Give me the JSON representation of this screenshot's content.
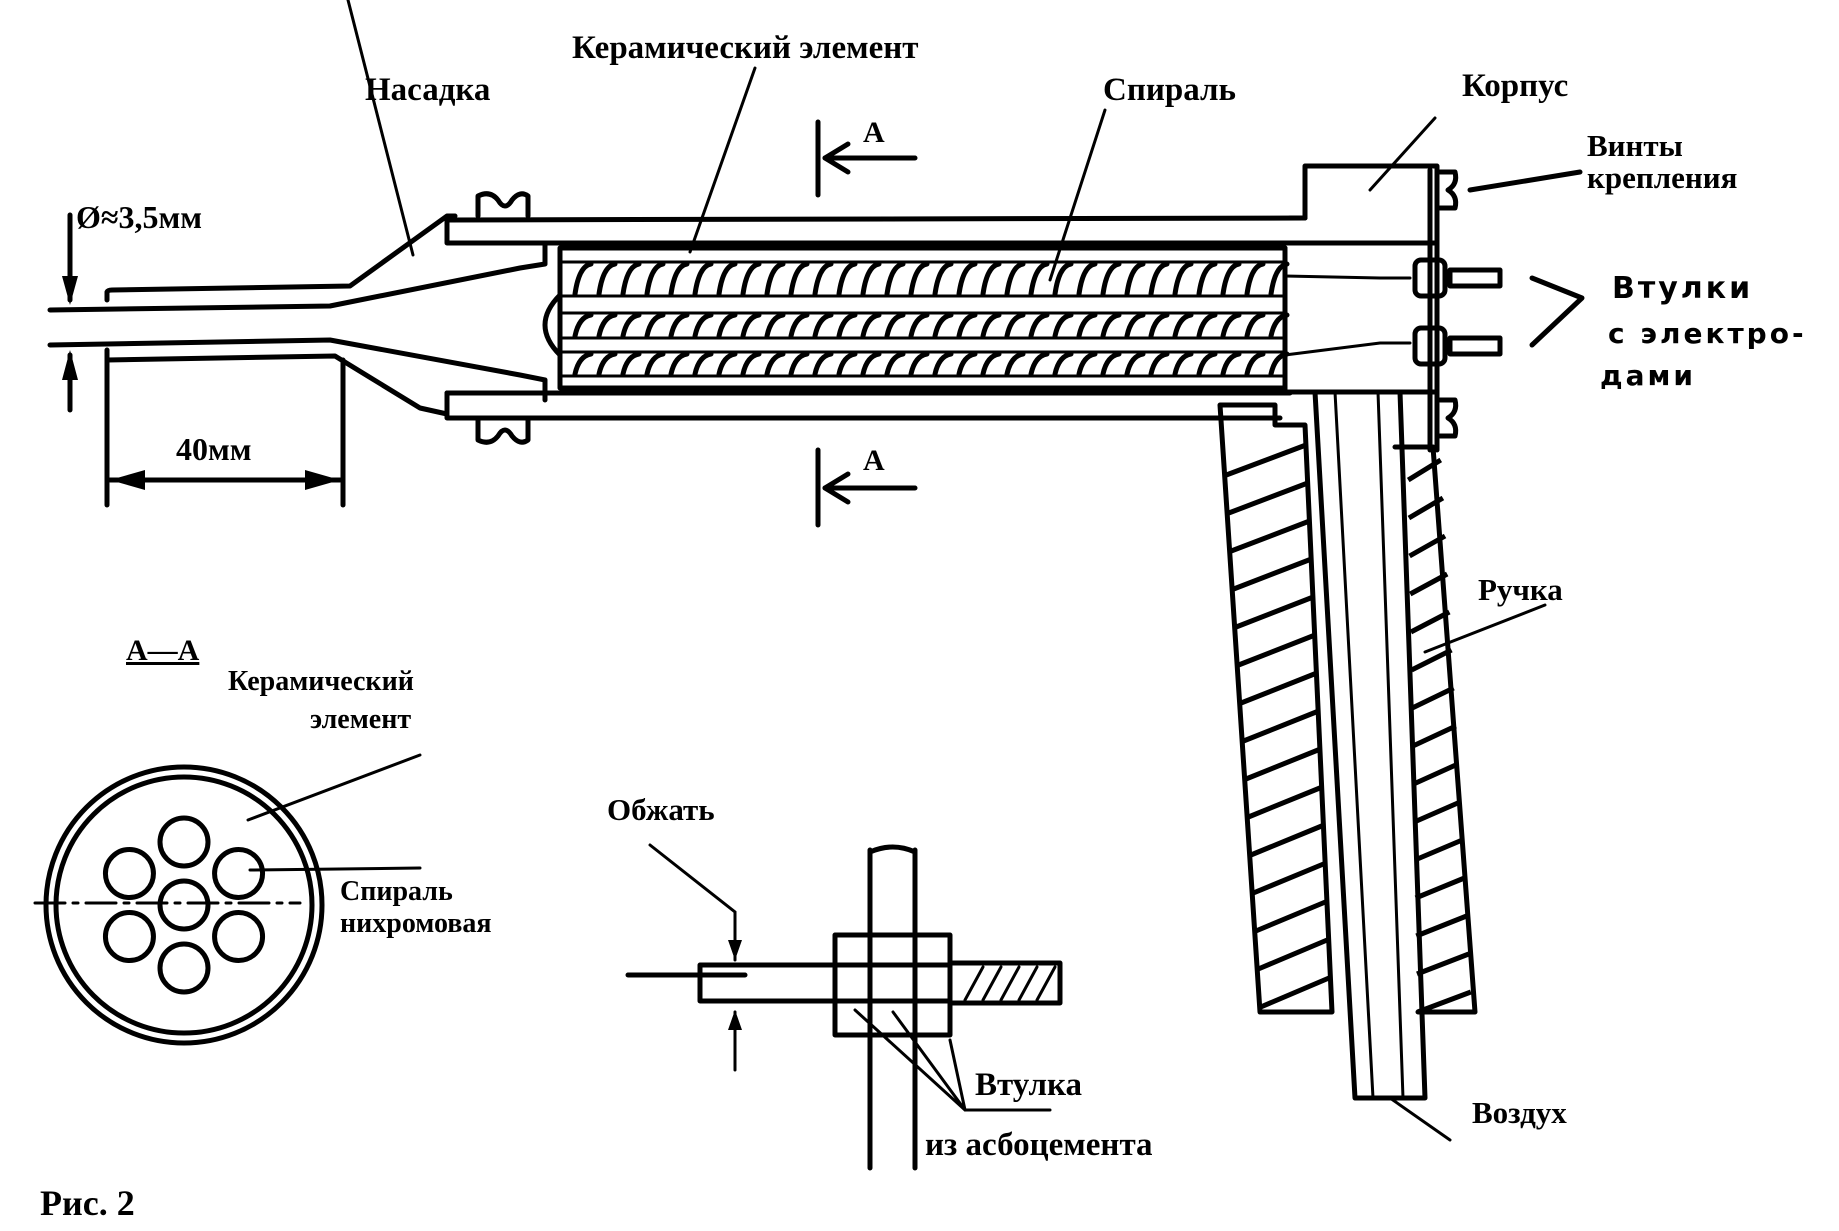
{
  "figure": {
    "caption": "Рис. 2",
    "labels": {
      "ceramic_element": "Керамический элемент",
      "nozzle": "Насадка",
      "spiral": "Спираль",
      "housing": "Корпус",
      "screws_line1": "Винты",
      "screws_line2": "крепления",
      "bushings_line1": "Втулки",
      "bushings_line2": "с электро-",
      "bushings_line3": "дами",
      "handle": "Ручка",
      "air": "Воздух",
      "section_mark": "A",
      "section_mark_lower": "A"
    },
    "dimensions": {
      "diameter": "Ø≈3,5мм",
      "length": "40мм"
    },
    "section_view": {
      "title": "A—A",
      "ceramic_line1": "Керамический",
      "ceramic_line2": "элемент",
      "spiral_line1": "Спираль",
      "spiral_line2": "нихромовая",
      "hole_count": 7
    },
    "detail_view": {
      "crimp": "Обжать",
      "bushing_line1": "Втулка",
      "bushing_line2": "из асбоцемента"
    }
  }
}
